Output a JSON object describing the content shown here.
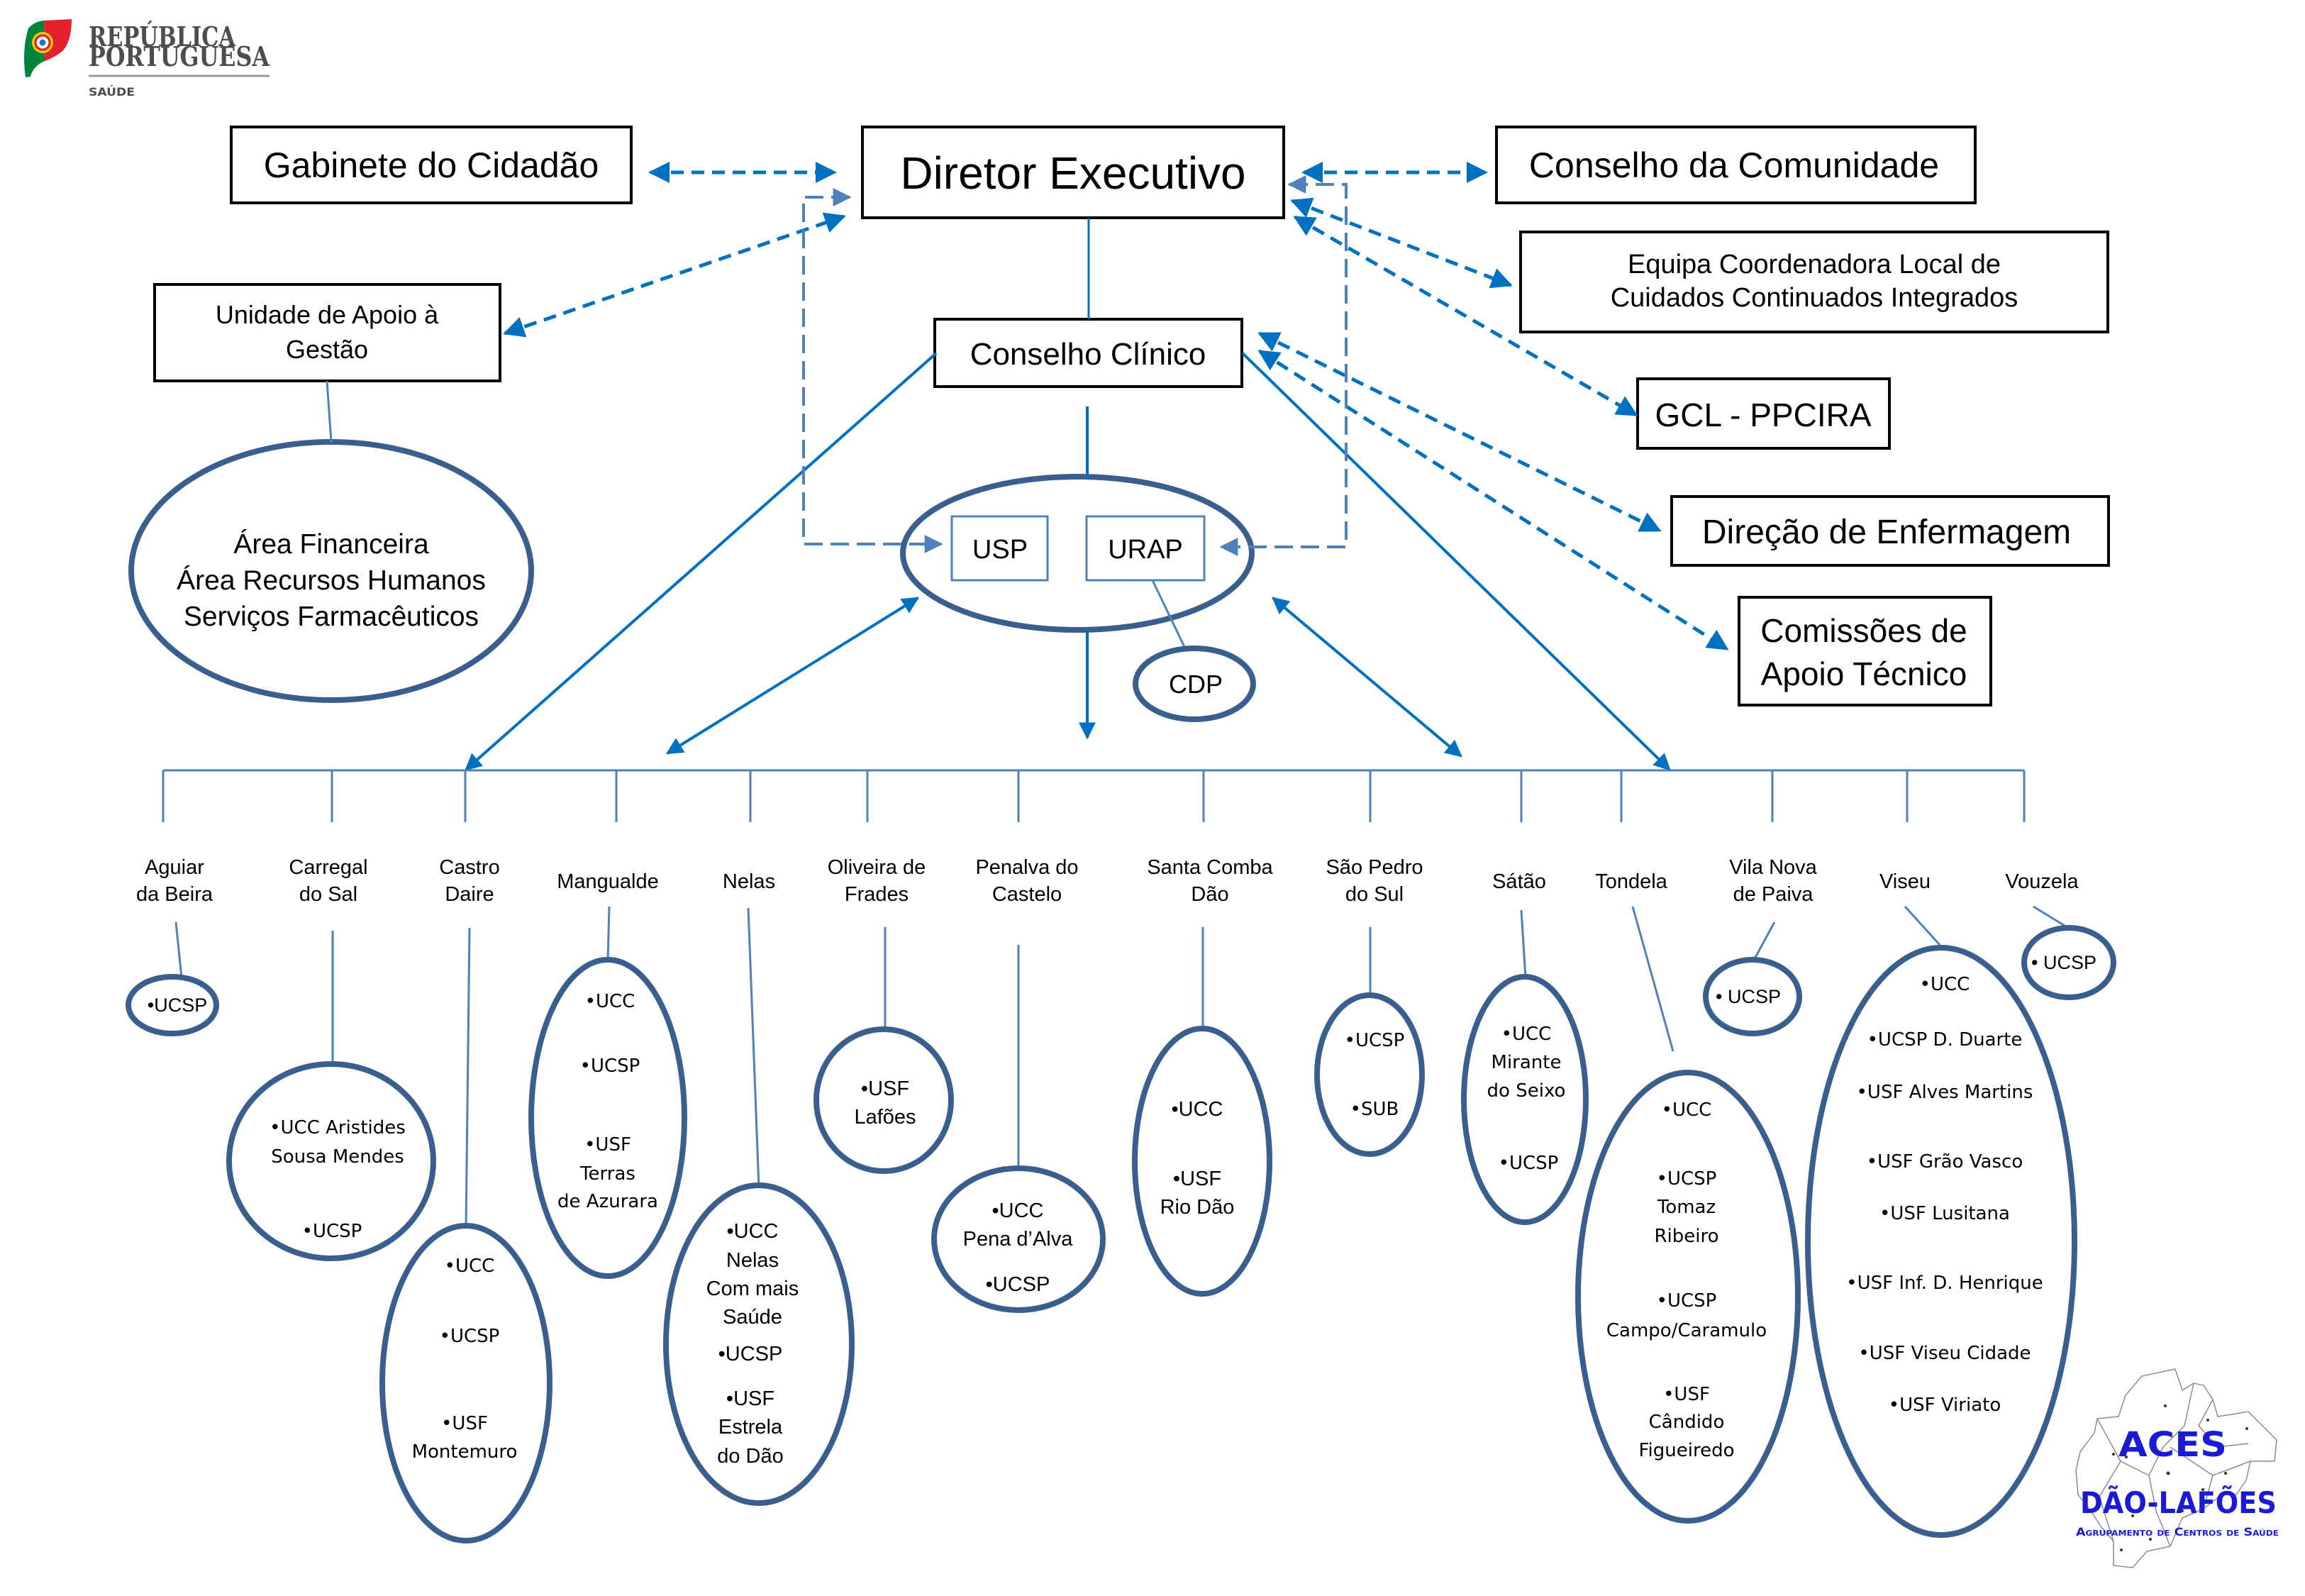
{
  "logo": {
    "line1": "REPÚ­BLICA",
    "line2": "PORTUGUESA",
    "sub": "SAÚDE"
  },
  "org": {
    "gabinete": "Gabinete do Cidadão",
    "director": "Diretor Executivo",
    "comunidade": "Conselho da Comunidade",
    "equipa": [
      "Equipa Coordenadora Local de",
      "Cuidados Continuados Integrados"
    ],
    "gcl": "GCL - PPCIRA",
    "enfermagem": "Direção de Enfermagem",
    "comissoes": [
      "Comissões de",
      "Apoio Técnico"
    ],
    "uag": [
      "Unidade de Apoio à",
      "Gestão"
    ],
    "uag_areas": [
      "Área Financeira",
      "Área Recursos Humanos",
      "Serviços Farmacêuticos"
    ],
    "conselho_clinico": "Conselho Clínico",
    "usp": "USP",
    "urap": "URAP",
    "cdp": "CDP"
  },
  "municipalities": [
    {
      "name": [
        "Aguiar",
        "da Beira"
      ],
      "units": [
        [
          "•UCSP"
        ]
      ]
    },
    {
      "name": [
        "Carregal",
        "do Sal"
      ],
      "units": [
        [
          "•UCC Aristides",
          "Sousa  Mendes"
        ],
        [
          "•UCSP"
        ]
      ]
    },
    {
      "name": [
        "Castro",
        "Daire"
      ],
      "units": [
        [
          "•UCC"
        ],
        [
          "•UCSP"
        ],
        [
          "•USF",
          "Montemuro"
        ]
      ]
    },
    {
      "name": [
        "Mangualde"
      ],
      "units": [
        [
          "•UCC"
        ],
        [
          "•UCSP"
        ],
        [
          "•USF",
          "Terras",
          "de Azurara"
        ]
      ]
    },
    {
      "name": [
        "Nelas"
      ],
      "units": [
        [
          "•UCC",
          "Nelas",
          "Com mais",
          "Saúde"
        ],
        [
          "•UCSP"
        ],
        [
          "•USF",
          "Estrela",
          "do Dão"
        ]
      ]
    },
    {
      "name": [
        "Oliveira de",
        "Frades"
      ],
      "units": [
        [
          "•USF",
          "Lafões"
        ]
      ]
    },
    {
      "name": [
        "Penalva do",
        "Castelo"
      ],
      "units": [
        [
          "•UCC",
          "Pena d’Alva"
        ],
        [
          "•UCSP"
        ]
      ]
    },
    {
      "name": [
        "Santa Comba",
        "Dão"
      ],
      "units": [
        [
          "•UCC"
        ],
        [
          "•USF",
          "Rio Dão"
        ]
      ]
    },
    {
      "name": [
        "São Pedro",
        "do Sul"
      ],
      "units": [
        [
          "•UCSP"
        ],
        [
          "•SUB"
        ]
      ]
    },
    {
      "name": [
        "Sátão"
      ],
      "units": [
        [
          "•UCC",
          "Mirante",
          "do Seixo"
        ],
        [
          "•UCSP"
        ]
      ]
    },
    {
      "name": [
        "Tondela"
      ],
      "units": [
        [
          "•UCC"
        ],
        [
          "•UCSP",
          "Tomaz",
          "Ribeiro"
        ],
        [
          "•UCSP",
          "Campo/Caramulo"
        ],
        [
          "•USF",
          "Cândido",
          "Figueiredo"
        ]
      ]
    },
    {
      "name": [
        "Vila Nova",
        "de Paiva"
      ],
      "units": [
        [
          "• UCSP"
        ]
      ]
    },
    {
      "name": [
        "Viseu"
      ],
      "units": [
        [
          "•UCC"
        ],
        [
          "•UCSP D. Duarte"
        ],
        [
          "•USF Alves Martins"
        ],
        [
          "•USF Grão Vasco"
        ],
        [
          "•USF Lusitana"
        ],
        [
          "•USF Inf. D. Henrique"
        ],
        [
          "•USF Viseu Cidade"
        ],
        [
          "•USF Viriato"
        ]
      ]
    },
    {
      "name": [
        "Vouzela"
      ],
      "units": [
        [
          "• UCSP"
        ]
      ]
    }
  ],
  "aces_logo": {
    "title": "ACES",
    "name": "DÃO-LAFÕES",
    "subtitle": "Agrupamento de Centros de Saúde"
  },
  "colors": {
    "arrow": "#0070C0",
    "connector": "#4F81BD",
    "ellipse_stroke": "#3A5F8F",
    "aces_logo": "#1B1BD6"
  }
}
